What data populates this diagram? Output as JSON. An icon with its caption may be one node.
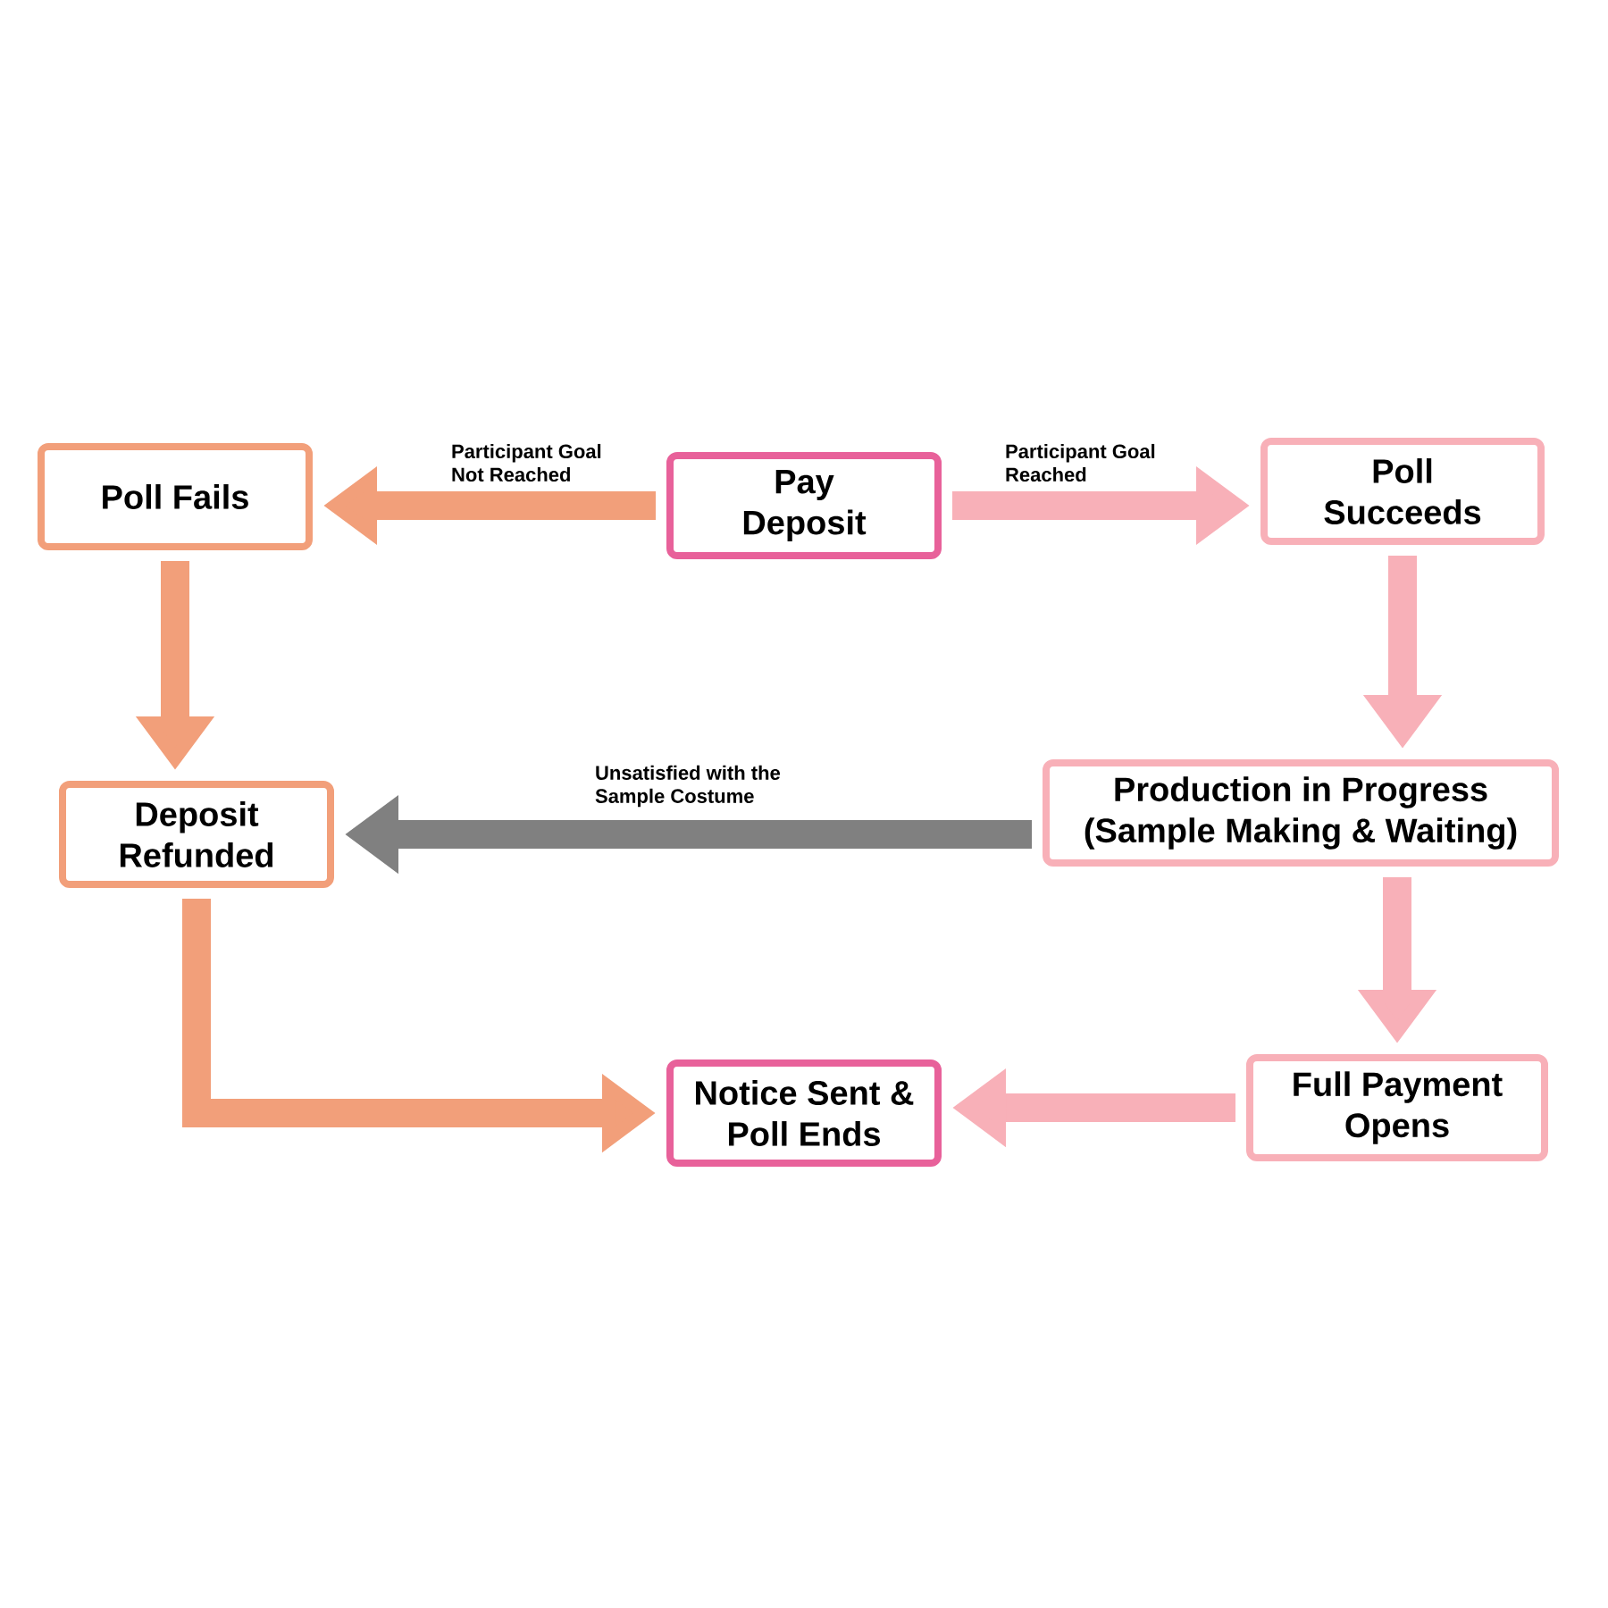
{
  "diagram": {
    "nodes": [
      {
        "text": [
          "Poll Fails"
        ]
      },
      {
        "text": [
          "Pay Deposit"
        ]
      },
      {
        "text": [
          "Poll Succeeds"
        ]
      },
      {
        "text": [
          "Deposit Refunded"
        ]
      },
      {
        "text": [
          "Production in Progress (Sample Making & Waiting)"
        ]
      },
      {
        "text": [
          "Notice Sent & Poll Ends"
        ]
      },
      {
        "text": [
          "Full Payment Opens"
        ]
      }
    ],
    "edges": [
      {
        "from": 1,
        "to": 0,
        "arrow": "to",
        "label": "Participant Goal Not Reached",
        "color": "#f29f7a"
      },
      {
        "from": 1,
        "to": 2,
        "arrow": "to",
        "label": "Participant Goal Reached",
        "color": "#f8b0b8"
      },
      {
        "from": 0,
        "to": 3,
        "arrow": "to",
        "color": "#f29f7a"
      },
      {
        "from": 2,
        "to": 4,
        "arrow": "to",
        "color": "#f8b0b8"
      },
      {
        "from": 4,
        "to": 3,
        "arrow": "to",
        "label": "Unsatisfied with the Sample Costume",
        "color": "#808080"
      },
      {
        "from": 4,
        "to": 6,
        "arrow": "to",
        "color": "#f8b0b8"
      },
      {
        "from": 3,
        "to": 5,
        "arrow": "to",
        "color": "#f29f7a"
      },
      {
        "from": 6,
        "to": 5,
        "arrow": "to",
        "color": "#f8b0b8"
      }
    ]
  }
}
